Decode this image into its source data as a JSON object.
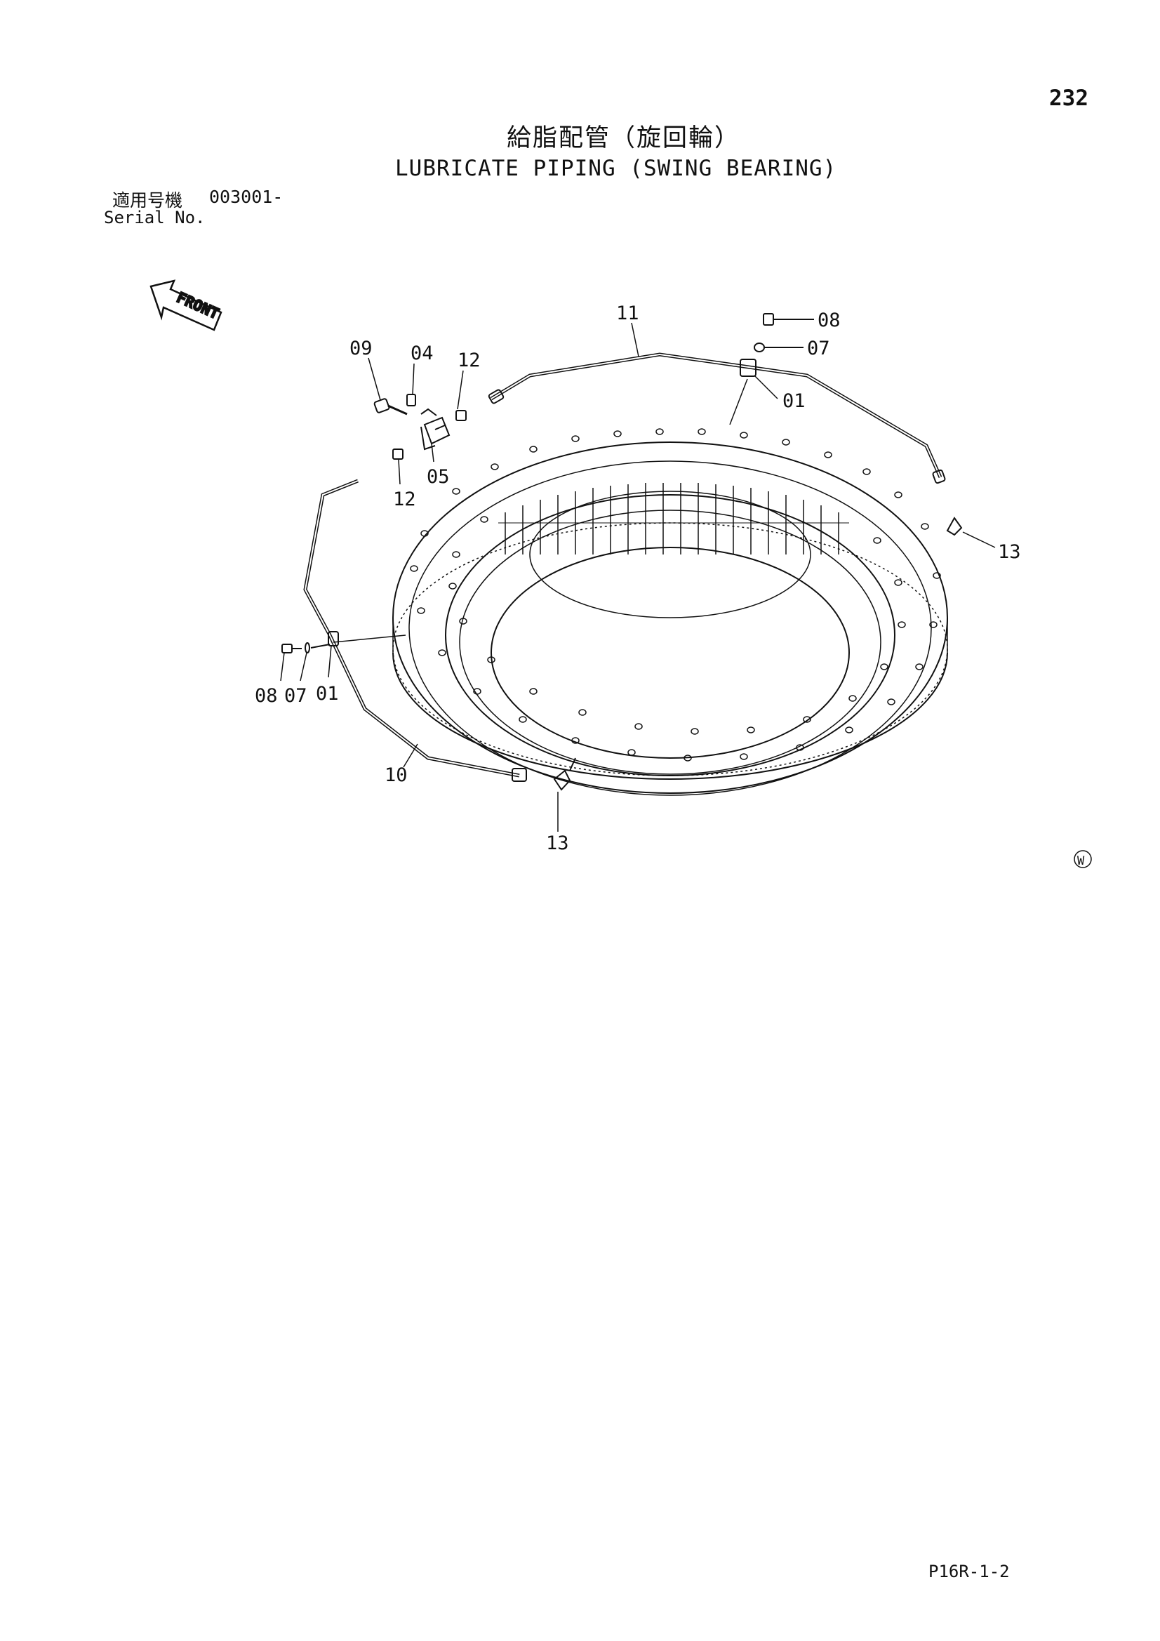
{
  "header": {
    "page_number": "232",
    "title_jp": "給脂配管（旋回輪）",
    "title_en": "LUBRICATE PIPING (SWING BEARING)",
    "serial_label_jp": "適用号機",
    "serial_value": "003001-",
    "serial_label_en": "Serial No."
  },
  "diagram": {
    "front_label": "FRONT",
    "callouts": {
      "p11": "11",
      "p08_top": "08",
      "p07_top": "07",
      "p01_top": "01",
      "p09": "09",
      "p04": "04",
      "p12_top": "12",
      "p05": "05",
      "p12_bottom": "12",
      "p13_right": "13",
      "p08_left": "08",
      "p07_left": "07",
      "p01_left": "01",
      "p10": "10",
      "p13_bottom": "13"
    },
    "mark": "W"
  },
  "footer": {
    "drawing_code": "P16R-1-2"
  }
}
